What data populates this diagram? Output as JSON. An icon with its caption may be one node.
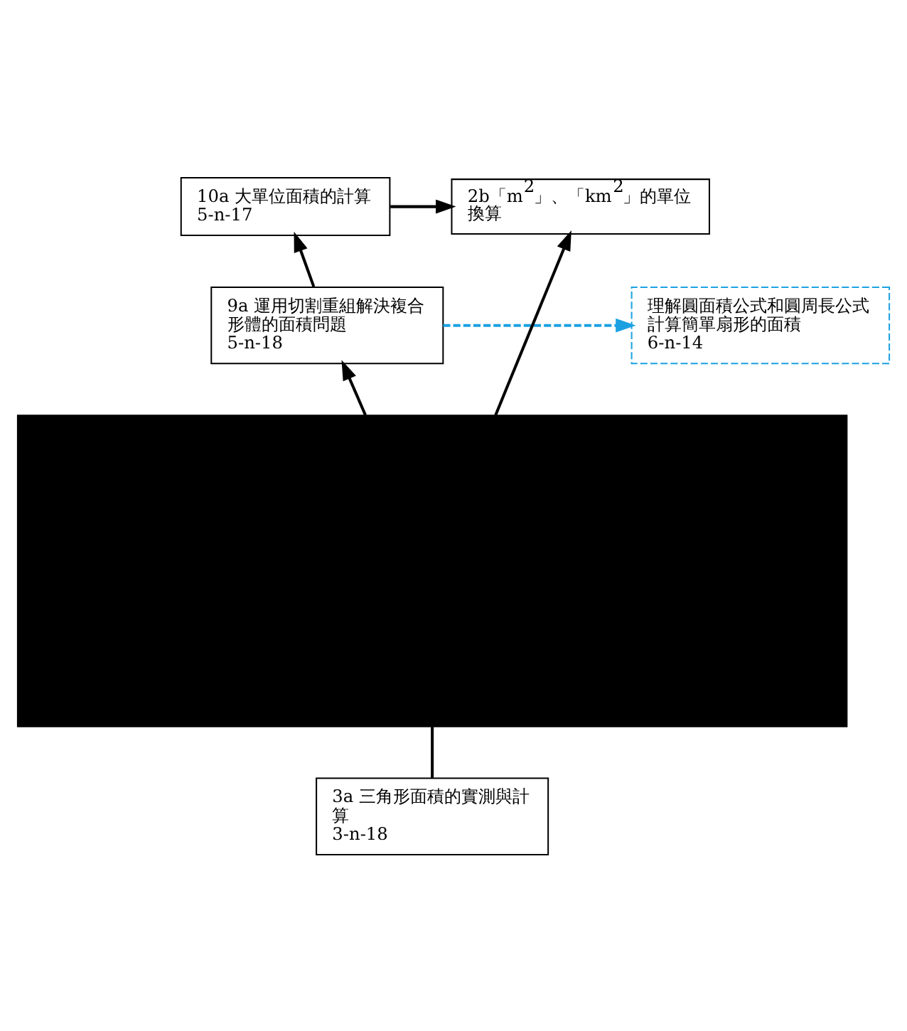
{
  "diagram": {
    "nodes": [
      {
        "text": [
          "10a 大單位面積的計算",
          "5-n-17"
        ]
      },
      {
        "text": [
          "2b「m$^{2}$」、「km$^{2}$」的單位換算"
        ]
      },
      {
        "text": [
          "9a 運用切割重組解決複合形體的面積問題",
          "5-n-18"
        ]
      },
      {
        "text": [
          "理解圓面積公式和圓周長公式",
          "計算簡單扇形的面積",
          "6-n-14"
        ]
      },
      {
        "text": [],
        "shape": "box"
      },
      {
        "text": [
          "3a 三角形面積的實測與計算",
          "3-n-18"
        ]
      }
    ],
    "edges": [
      {
        "from": 0,
        "to": 1,
        "arrow": "to"
      },
      {
        "from": 2,
        "to": 0,
        "arrow": "to"
      },
      {
        "from": 2,
        "to": 3,
        "arrow": "to",
        "style": "dashed",
        "color": "#1ba1e2"
      },
      {
        "from": 4,
        "to": 2,
        "arrow": "to"
      },
      {
        "from": 4,
        "to": 1,
        "arrow": "to"
      },
      {
        "from": 5,
        "to": 4,
        "arrow": "none"
      }
    ]
  }
}
